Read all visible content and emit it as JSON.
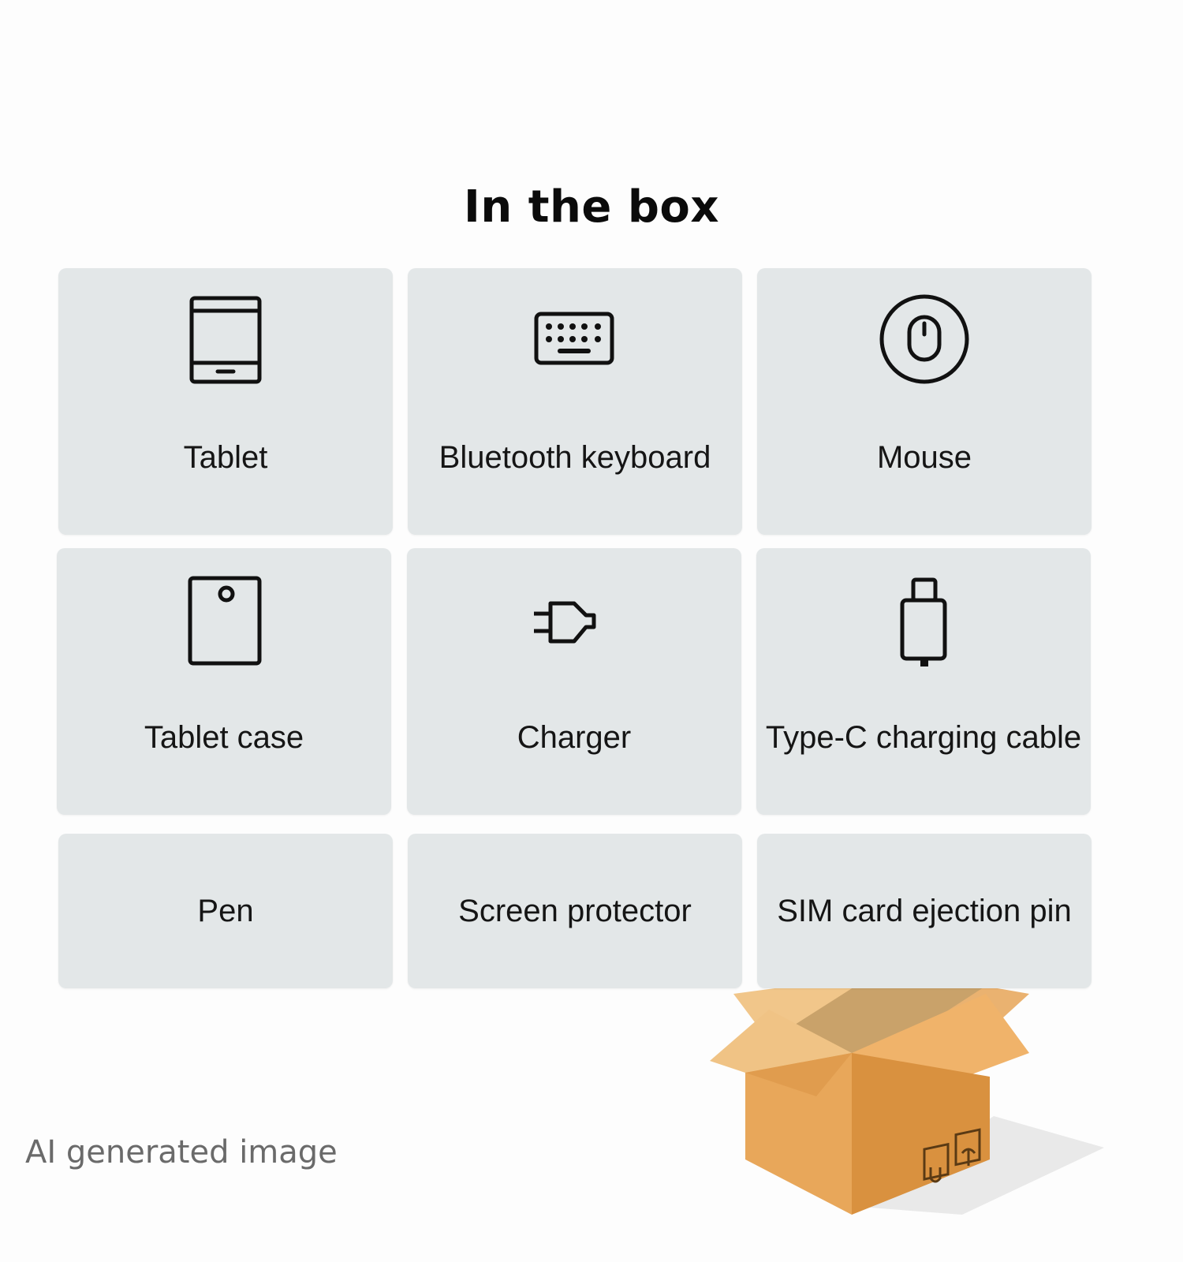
{
  "title": "In the box",
  "items": [
    {
      "label": "Tablet",
      "icon": "tablet-icon"
    },
    {
      "label": "Bluetooth keyboard",
      "icon": "keyboard-icon"
    },
    {
      "label": "Mouse",
      "icon": "mouse-icon"
    },
    {
      "label": "Tablet case",
      "icon": "tablet-case-icon"
    },
    {
      "label": "Charger",
      "icon": "charger-plug-icon"
    },
    {
      "label": "Type-C charging cable",
      "icon": "usb-c-cable-icon"
    },
    {
      "label": "Pen"
    },
    {
      "label": "Screen protector"
    },
    {
      "label": "SIM card ejection pin"
    }
  ],
  "footer": "AI generated image",
  "colors": {
    "card_bg": "#e3e7e8",
    "box_front": "#e8a75a",
    "box_side": "#d9913f",
    "box_flap": "#f0c080"
  }
}
